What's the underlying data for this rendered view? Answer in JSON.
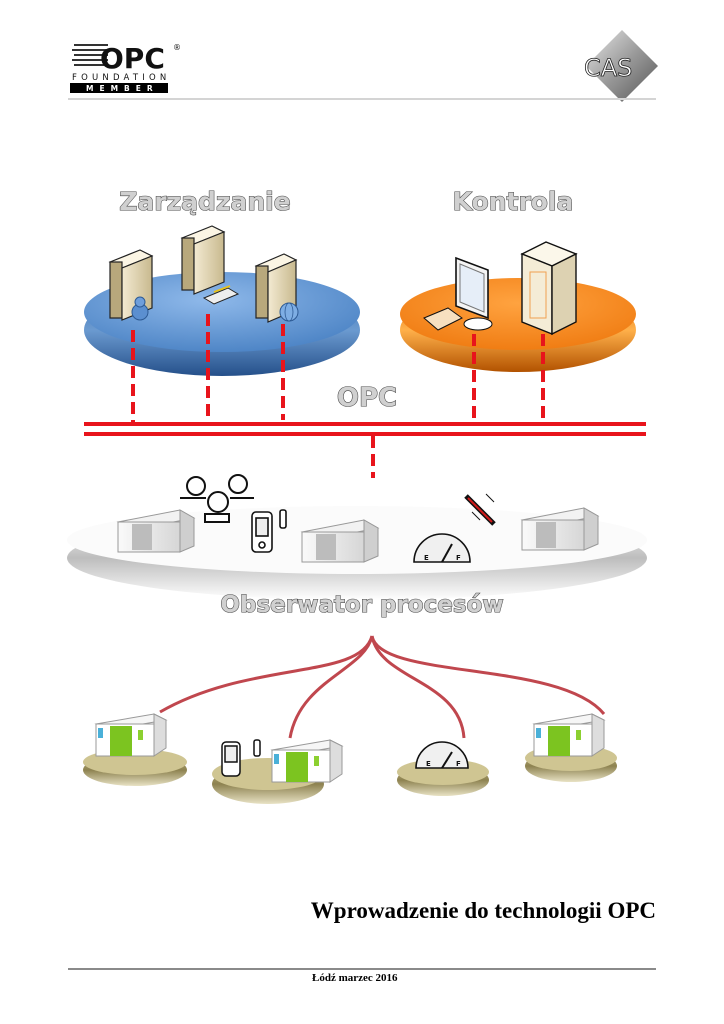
{
  "header": {
    "left_logo": {
      "brand": "OPC",
      "registered_mark": "®",
      "line1": "FOUNDATION",
      "line2": "MEMBER"
    },
    "right_logo": {
      "brand": "CAS"
    }
  },
  "diagram": {
    "groups": {
      "management": {
        "label": "Zarządzanie",
        "color": "#4f86c6",
        "devices": [
          "server-user-icon",
          "server-printer-icon",
          "server-globe-icon"
        ]
      },
      "control": {
        "label": "Kontrola",
        "color": "#f08a1c",
        "devices": [
          "workstation-icon",
          "cabinet-server-icon"
        ]
      },
      "process_observer": {
        "label": "Obserwator procesów",
        "color": "#e6e6e6",
        "devices": [
          "plc-module-icon",
          "pressure-gauges-icon",
          "pda-antenna-icon",
          "plc-module-icon",
          "fuel-gauge-icon",
          "thermometer-icon",
          "plc-module-icon"
        ]
      }
    },
    "bus_label": "OPC",
    "bus_color": "#e8141c",
    "field_devices": [
      {
        "name": "plc-module",
        "base_color": "#a89c66"
      },
      {
        "name": "pda-and-plc-module",
        "base_color": "#a89c66"
      },
      {
        "name": "fuel-gauge",
        "base_color": "#a89c66"
      },
      {
        "name": "plc-module",
        "base_color": "#a89c66"
      }
    ],
    "cable_color": "#c0474e"
  },
  "title": "Wprowadzenie do technologii OPC",
  "footer": "Łódź marzec 2016"
}
